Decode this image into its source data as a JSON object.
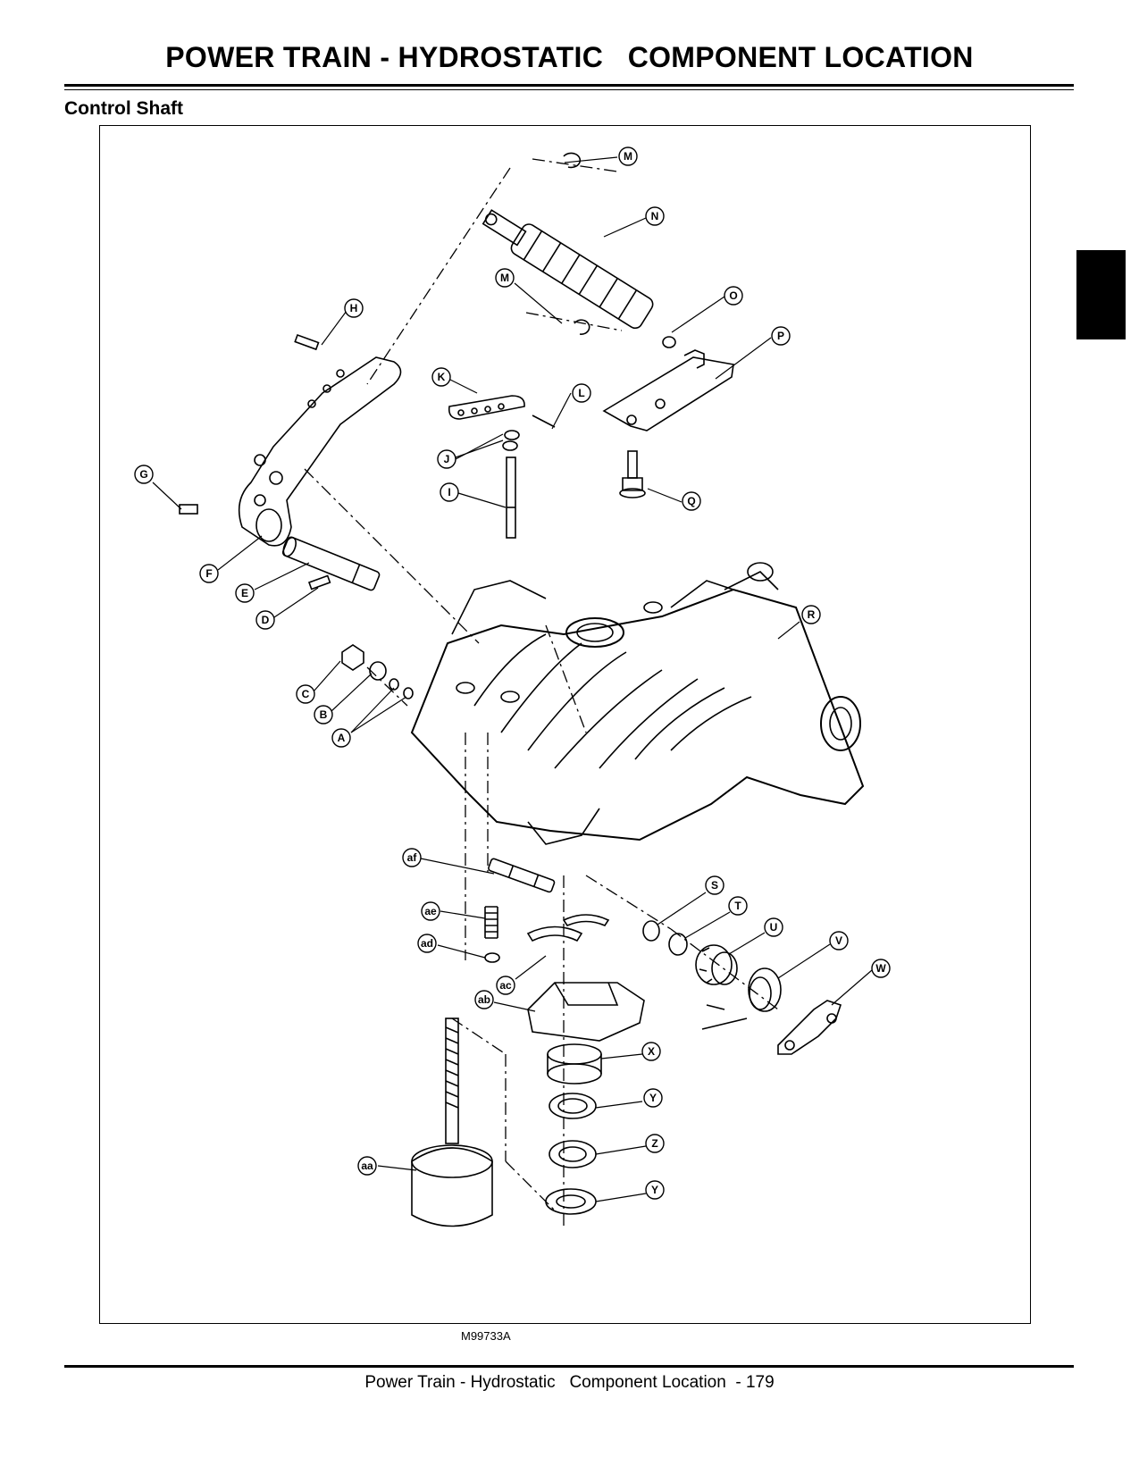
{
  "header": {
    "title": "POWER TRAIN - HYDROSTATIC   COMPONENT LOCATION",
    "section": "Control Shaft"
  },
  "figure": {
    "id": "M99733A",
    "callouts": [
      "M",
      "N",
      "M",
      "O",
      "P",
      "H",
      "K",
      "L",
      "J",
      "I",
      "Q",
      "G",
      "F",
      "E",
      "D",
      "R",
      "C",
      "B",
      "A",
      "af",
      "ae",
      "ad",
      "ac",
      "ab",
      "S",
      "T",
      "U",
      "V",
      "W",
      "X",
      "Y",
      "Z",
      "Y",
      "aa"
    ]
  },
  "footer": {
    "text": "Power Train - Hydrostatic   Component Location  - 179"
  }
}
